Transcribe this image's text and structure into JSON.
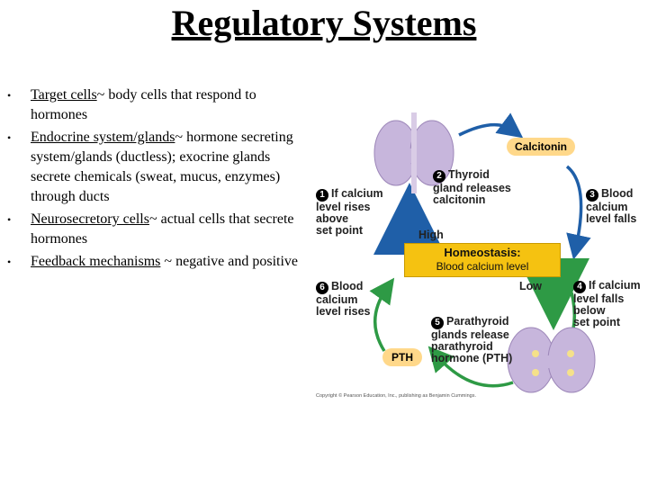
{
  "title": "Regulatory Systems",
  "bullets": [
    {
      "term": "Target cells",
      "text": "~ body cells that respond to hormones"
    },
    {
      "term": "Endocrine system/glands",
      "text": "~ hormone secreting system/glands (ductless); exocrine glands secrete chemicals (sweat, mucus, enzymes) through ducts"
    },
    {
      "term": "Neurosecretory cells",
      "text": "~  actual cells that secrete hormones"
    },
    {
      "term": "Feedback mechanisms",
      "text": " ~ negative and positive"
    }
  ],
  "bullet_symbol": "•",
  "diagram": {
    "calcitonin_label": "Calcitonin",
    "pth_label": "PTH",
    "high_label": "High",
    "low_label": "Low",
    "homeostasis_title": "Homeostasis:",
    "homeostasis_sub": "Blood calcium level",
    "steps": [
      {
        "num": "1",
        "line1": "If calcium",
        "rest": [
          "level rises",
          "above",
          "set point"
        ]
      },
      {
        "num": "2",
        "line1": "Thyroid",
        "rest": [
          "gland releases",
          "calcitonin"
        ]
      },
      {
        "num": "3",
        "line1": "Blood",
        "rest": [
          "calcium",
          "level falls"
        ]
      },
      {
        "num": "4",
        "line1": "If calcium",
        "rest": [
          "level falls",
          "below",
          "set point"
        ]
      },
      {
        "num": "5",
        "line1": "Parathyroid",
        "rest": [
          "glands release",
          "parathyroid",
          "hormone (PTH)"
        ]
      },
      {
        "num": "6",
        "line1": "Blood",
        "rest": [
          "calcium",
          "level rises"
        ]
      }
    ],
    "copyright": "Copyright © Pearson Education, Inc., publishing as Benjamin Cummings.",
    "colors": {
      "upper_arrow": "#1f5fa8",
      "lower_arrow": "#2e9a45",
      "homeostasis": "#f5c211",
      "gland": "#c7b6dc"
    }
  }
}
